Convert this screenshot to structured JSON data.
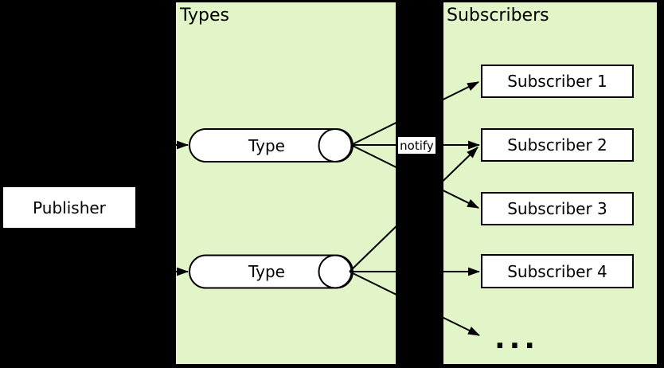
{
  "colors": {
    "background": "#000000",
    "panel_fill": "#e1f5c9",
    "node_fill": "#ffffff",
    "node_border": "#000000",
    "line": "#000000",
    "text": "#000000",
    "edge_label_bg": "#ffffff"
  },
  "publisher": {
    "label": "Publisher"
  },
  "types_panel": {
    "title": "Types",
    "nodes": [
      {
        "label": "Type"
      },
      {
        "label": "Type"
      }
    ]
  },
  "subscribers_panel": {
    "title": "Subscribers",
    "nodes": [
      {
        "label": "Subscriber 1"
      },
      {
        "label": "Subscriber 2"
      },
      {
        "label": "Subscriber 3"
      },
      {
        "label": "Subscriber 4"
      }
    ],
    "more_indicator": "..."
  },
  "edges": {
    "notify_label": "notify",
    "connections": [
      "publisher -> type-1",
      "publisher -> type-2",
      "type-1 -> subscriber-1",
      "type-1 -> subscriber-2 (notify)",
      "type-1 -> subscriber-3",
      "type-2 -> subscriber-2",
      "type-2 -> subscriber-4",
      "type-2 -> more"
    ]
  }
}
